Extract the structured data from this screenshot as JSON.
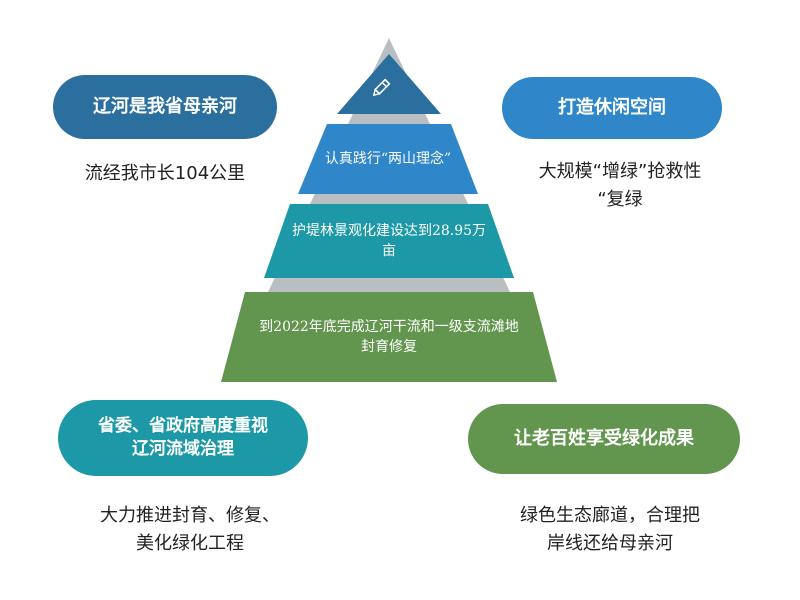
{
  "pyramid": {
    "top_icon": "pencil-icon",
    "layer_1": {
      "line_1": "认真践行“两山理念”"
    },
    "layer_2": {
      "line_1": "护堤林景观化建设达到28.95万",
      "line_2": "亩"
    },
    "layer_3": {
      "line_1": "到2022年底完成辽河干流和一级支流滩地",
      "line_2": "封育修复"
    }
  },
  "top_left": {
    "pill": "辽河是我省母亲河",
    "desc": "流经我市长104公里"
  },
  "top_right": {
    "pill": "打造休闲空间",
    "desc_line_1": "大规模“增绿”抢救性",
    "desc_line_2": "“复绿"
  },
  "bottom_left": {
    "pill_line_1": "省委、省政府高度重视",
    "pill_line_2": "辽河流域治理",
    "desc_line_1": "大力推进封育、修复、",
    "desc_line_2": "美化绿化工程"
  },
  "bottom_right": {
    "pill": "让老百姓享受绿化成果",
    "desc_line_1": "绿色生态廊道，合理把",
    "desc_line_2": "岸线还给母亲河"
  },
  "colors": {
    "top": "#2a6f9e",
    "layer_1": "#2f86c9",
    "layer_2": "#1d98a6",
    "layer_3": "#62954d",
    "pyramid_shadow": "#b9bec3"
  }
}
